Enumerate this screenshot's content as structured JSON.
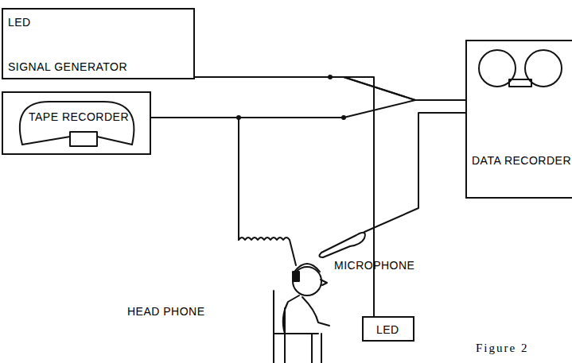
{
  "diagram": {
    "caption": "Figure 2",
    "nodes": [
      {
        "text": [
          "LED",
          "SIGNAL GENERATOR"
        ]
      },
      {
        "text": [
          "TAPE RECORDER"
        ]
      },
      {
        "text": [
          "DATA RECORDER"
        ]
      },
      {
        "text": [
          "LED"
        ]
      }
    ],
    "edges": [
      {
        "from": 0,
        "to": 2,
        "arrow": "none"
      },
      {
        "from": 1,
        "to": 2,
        "arrow": "none"
      },
      {
        "from": 0,
        "to": 3,
        "arrow": "none"
      }
    ],
    "labels": [
      "HEAD PHONE",
      "MICROPHONE"
    ]
  }
}
